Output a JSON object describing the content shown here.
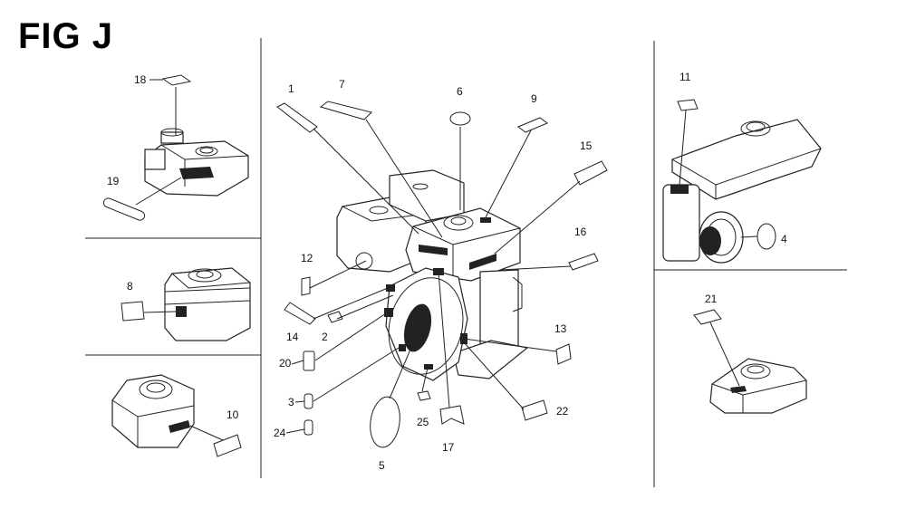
{
  "title": "FIG J",
  "callouts": [
    "1",
    "2",
    "3",
    "4",
    "5",
    "6",
    "7",
    "8",
    "9",
    "10",
    "11",
    "12",
    "13",
    "14",
    "15",
    "16",
    "17",
    "18",
    "19",
    "20",
    "21",
    "22",
    "24",
    "25"
  ]
}
